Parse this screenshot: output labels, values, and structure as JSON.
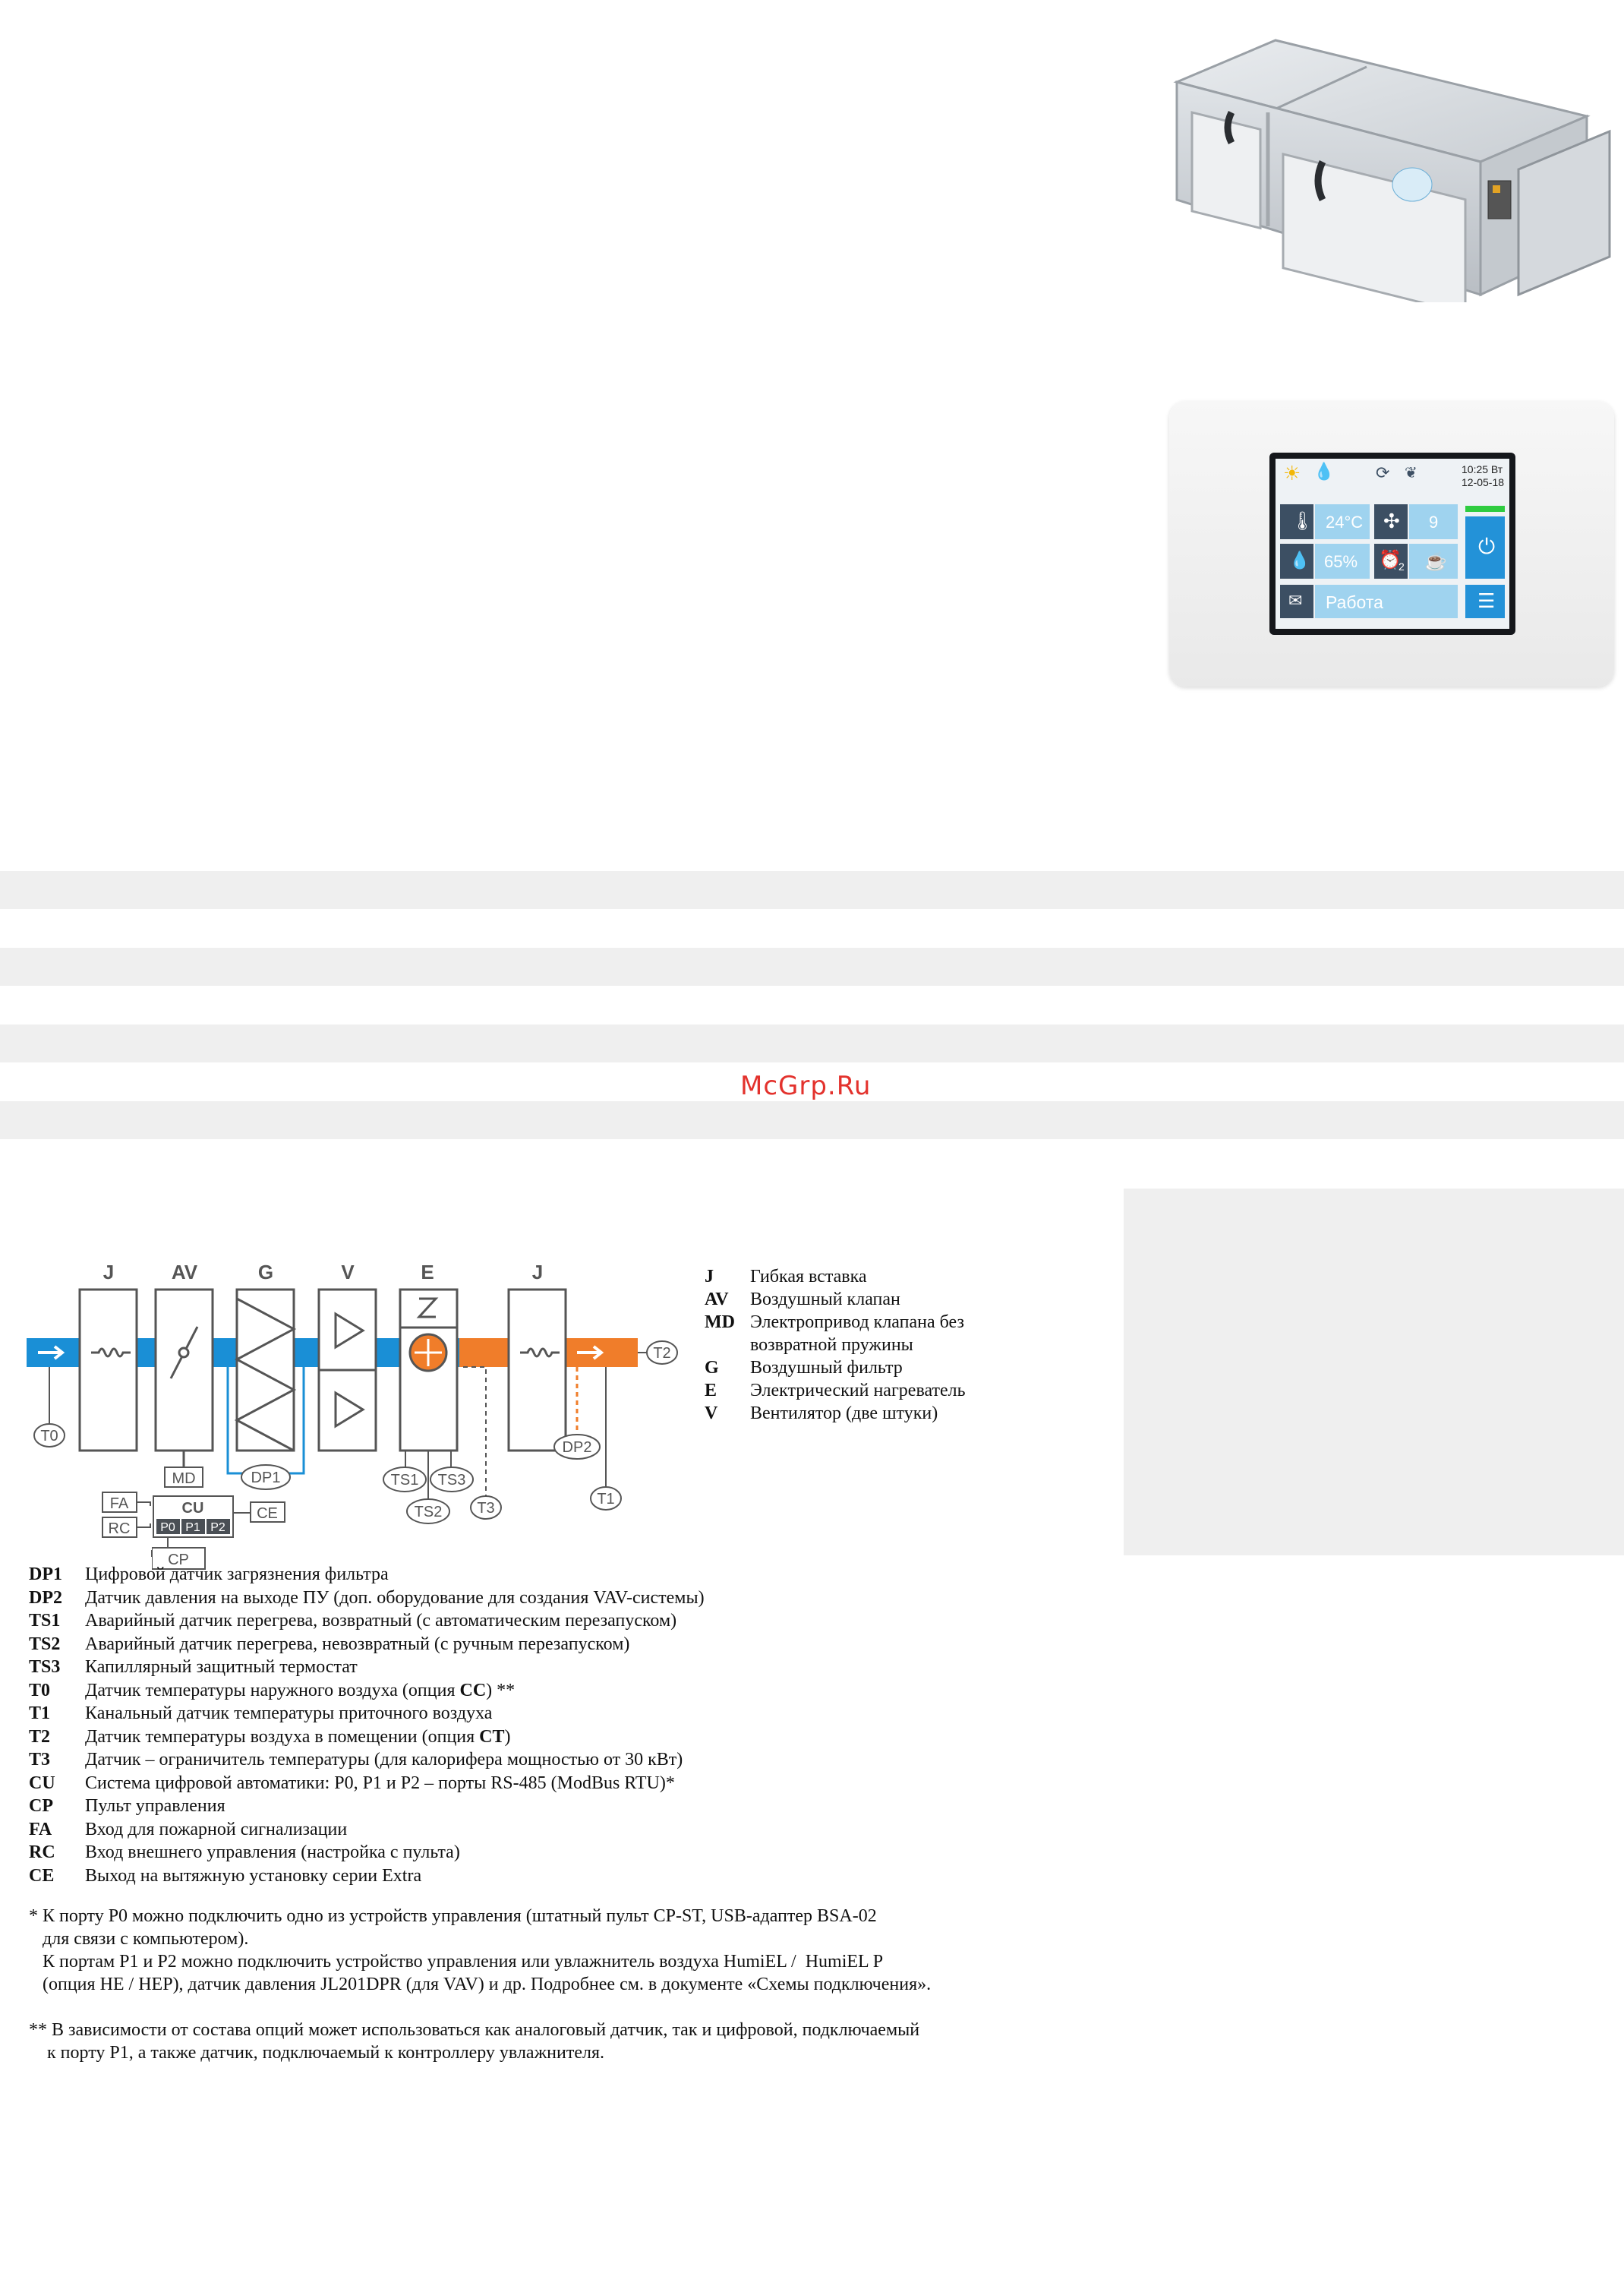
{
  "watermark": "McGrp.Ru",
  "diagram": {
    "headers": [
      "J",
      "AV",
      "G",
      "V",
      "E",
      "J"
    ],
    "labels": {
      "md": "MD",
      "dp1": "DP1",
      "ts1": "TS1",
      "ts2": "TS2",
      "ts3": "TS3",
      "t3": "T3",
      "dp2": "DP2",
      "t1": "T1",
      "t0": "T0",
      "t2": "T2",
      "fa": "FA",
      "rc": "RC",
      "cu": "CU",
      "p0": "P0",
      "p1": "P1",
      "p2": "P2",
      "ce": "CE",
      "cp": "CP"
    },
    "colors": {
      "supply_cold": "#1a8fd6",
      "supply_warm": "#f07d2a",
      "outline": "#555555"
    }
  },
  "legend_right": [
    {
      "k": "J",
      "v": "Гибкая вставка"
    },
    {
      "k": "AV",
      "v": "Воздушный клапан"
    },
    {
      "k": "MD",
      "v": "Электропривод клапана без"
    },
    {
      "k": "",
      "v": "возвратной пружины"
    },
    {
      "k": "G",
      "v": "Воздушный фильтр"
    },
    {
      "k": "E",
      "v": "Электрический нагреватель"
    },
    {
      "k": "V",
      "v": "Вентилятор (две штуки)"
    }
  ],
  "legend_bottom": [
    {
      "k": "DP1",
      "v": "Цифровой датчик загрязнения фильтра"
    },
    {
      "k": "DP2",
      "v": "Датчик давления на выходе ПУ (доп. оборудование для создания VAV-системы)"
    },
    {
      "k": "TS1",
      "v": "Аварийный датчик перегрева, возвратный (с автоматическим перезапуском)"
    },
    {
      "k": "TS2",
      "v": "Аварийный датчик перегрева, невозвратный (с ручным перезапуском)"
    },
    {
      "k": "TS3",
      "v": "Капиллярный защитный термостат"
    },
    {
      "k": "T0",
      "v": "Датчик температуры наружного воздуха (опция ",
      "b": "CC",
      "a": ") **"
    },
    {
      "k": "T1",
      "v": "Канальный датчик температуры приточного воздуха"
    },
    {
      "k": "T2",
      "v": "Датчик температуры воздуха в помещении (опция ",
      "b": "CT",
      "a": ")"
    },
    {
      "k": "T3",
      "v": "Датчик – ограничитель температуры (для калорифера мощностью от 30 кВт)"
    },
    {
      "k": "CU",
      "v": "Система цифровой автоматики: P0, P1 и P2 – порты RS-485 (ModBus RTU)*"
    },
    {
      "k": "CP",
      "v": "Пульт управления"
    },
    {
      "k": "FA",
      "v": "Вход для пожарной сигнализации"
    },
    {
      "k": "RC",
      "v": "Вход внешнего управления (настройка с пульта)"
    },
    {
      "k": "CE",
      "v": "Выход на вытяжную установку серии Extra"
    }
  ],
  "notes": {
    "n1_l1": "* К порту P0 можно подключить одно из устройств управления (штатный пульт CP-ST, USB-адаптер BSA-02",
    "n1_l2": "   для связи с компьютером).",
    "n1_l3": "   К портам P1 и P2 можно подключить устройство управления или увлажнитель воздуха HumiEL /  HumiEL P",
    "n1_l4": "   (опция HE / HEP), датчик давления JL201DPR (для VAV) и др. Подробнее см. в документе «Схемы подключения».",
    "n2_l1": "** В зависимости от состава опций может использоваться как аналоговый датчик, так и цифровой, подключаемый",
    "n2_l2": "    к порту P1, а также датчик, подключаемый к контроллеру увлажнителя."
  },
  "controller": {
    "time": "10:25 Вт",
    "date": "12-05-18",
    "temp": "24°C",
    "fan_speed": "9",
    "humidity": "65%",
    "timer_sub": "2",
    "status": "Работа"
  }
}
